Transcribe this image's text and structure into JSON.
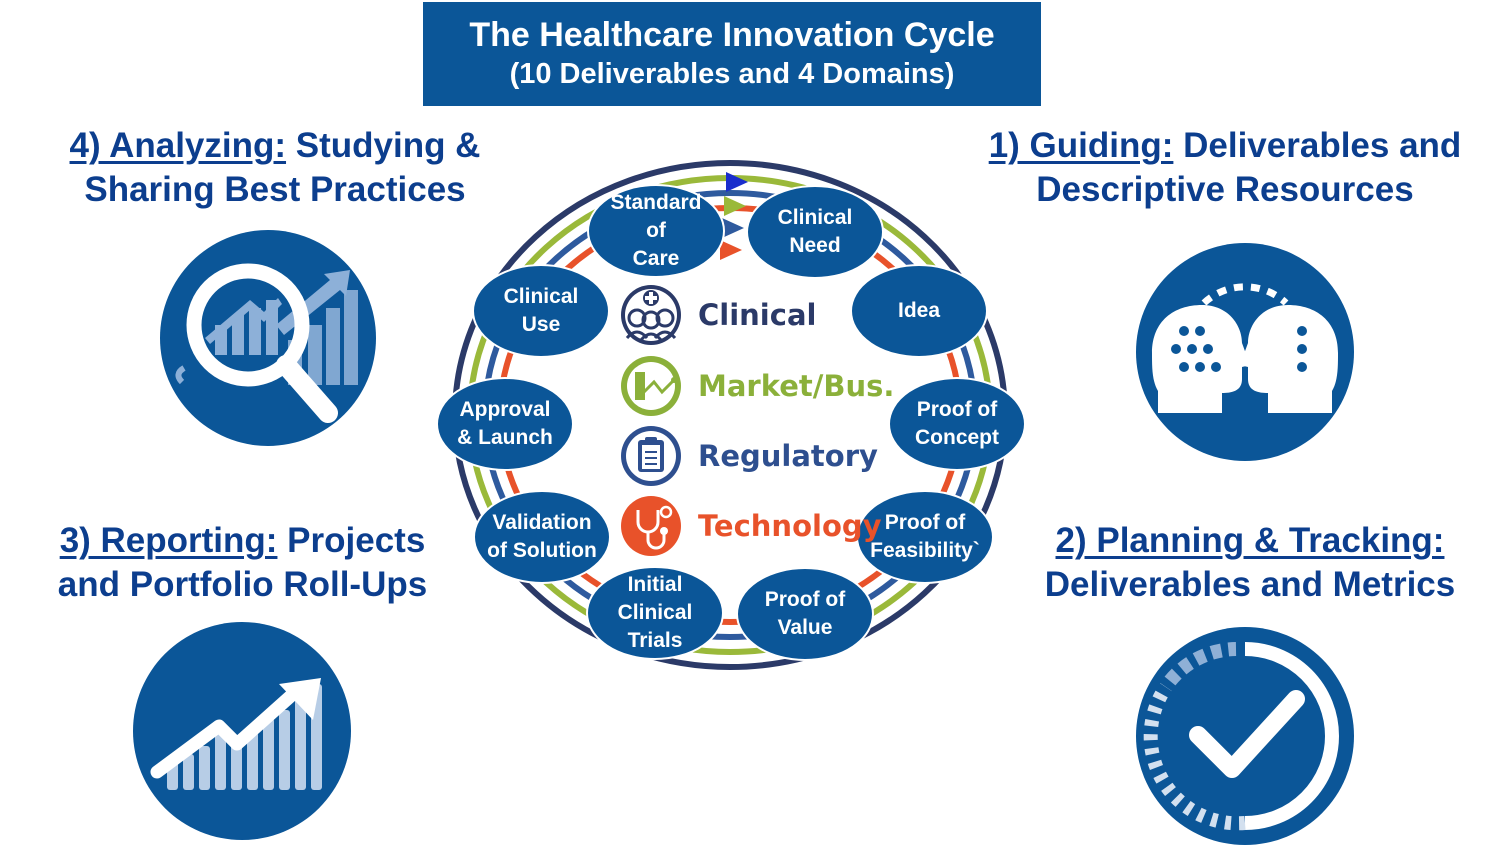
{
  "title": {
    "line1": "The Healthcare Innovation Cycle",
    "line2": "(10 Deliverables and 4 Domains)"
  },
  "quadrants": {
    "analyzing": {
      "lead": "4) Analyzing:",
      "rest_line1": " Studying &",
      "line2": "Sharing Best Practices",
      "icon": "magnifier-chart-icon"
    },
    "guiding": {
      "lead": "1) Guiding:",
      "rest_line1": " Deliverables and",
      "line2": "Descriptive Resources",
      "icon": "two-heads-icon"
    },
    "reporting": {
      "lead": "3) Reporting:",
      "rest_line1": " Projects",
      "line2": "and Portfolio Roll-Ups",
      "icon": "trend-up-chart-icon"
    },
    "planning": {
      "lead": "2) Planning & Tracking:",
      "line2": "Deliverables and Metrics",
      "icon": "checkmark-progress-icon"
    }
  },
  "cycle_nodes": [
    {
      "line1": "Standard",
      "line2": "of",
      "line3": "Care"
    },
    {
      "line1": "Clinical",
      "line2": "Need"
    },
    {
      "line1": "Idea"
    },
    {
      "line1": "Proof of",
      "line2": "Concept"
    },
    {
      "line1": "Proof of",
      "line2": "Feasibility`"
    },
    {
      "line1": "Proof of",
      "line2": "Value"
    },
    {
      "line1": "Initial",
      "line2": "Clinical",
      "line3": "Trials"
    },
    {
      "line1": "Validation",
      "line2": "of Solution"
    },
    {
      "line1": "Approval",
      "line2": "& Launch"
    },
    {
      "line1": "Clinical",
      "line2": "Use"
    }
  ],
  "domains": [
    {
      "label": "Clinical",
      "color": "#2b3a68",
      "icon": "doctors-icon"
    },
    {
      "label": "Market/Bus.",
      "color": "#8bb03a",
      "icon": "market-chart-icon"
    },
    {
      "label": "Regulatory",
      "color": "#2e4f8f",
      "icon": "clipboard-icon"
    },
    {
      "label": "Technology",
      "color": "#e8522a",
      "icon": "stethoscope-gear-icon"
    }
  ],
  "colors": {
    "brand_blue": "#0b5698",
    "heading_blue": "#0c3e8e",
    "ring_navy": "#2b3a68",
    "ring_green": "#9ab93a",
    "ring_blue": "#2e5a9e",
    "ring_red": "#e8522a"
  }
}
